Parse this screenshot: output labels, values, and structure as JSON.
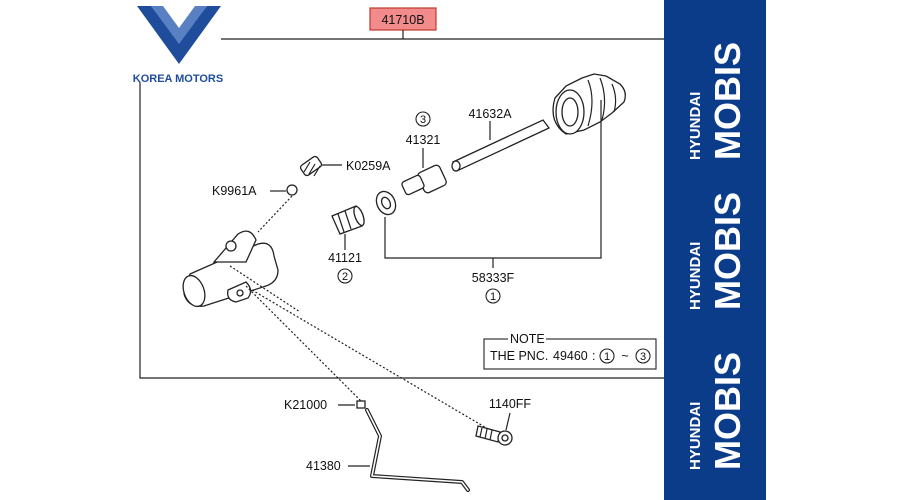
{
  "brand": {
    "company": "KOREA MOTORS",
    "mobis_maker": "HYUNDAI",
    "mobis_name": "MOBIS",
    "banner_color": "#0b3c89",
    "logo_color": "#1f4d9c",
    "highlight_color": "#f28b8b"
  },
  "diagram": {
    "assembly_code": "41710B",
    "parts": {
      "k0259a": "K0259A",
      "k9961a": "K9961A",
      "p41321": "41321",
      "p41632a": "41632A",
      "p41121": "41121",
      "p58333f": "58333F",
      "k21000": "K21000",
      "p1140ff": "1140FF",
      "p41380": "41380"
    },
    "markers": {
      "p41321": "3",
      "p41121": "2",
      "p58333f": "1"
    },
    "note": {
      "title": "NOTE",
      "prefix": "THE PNC.",
      "pnc": "49460",
      "range_from": "1",
      "range_sep": "~",
      "range_to": "3"
    }
  }
}
